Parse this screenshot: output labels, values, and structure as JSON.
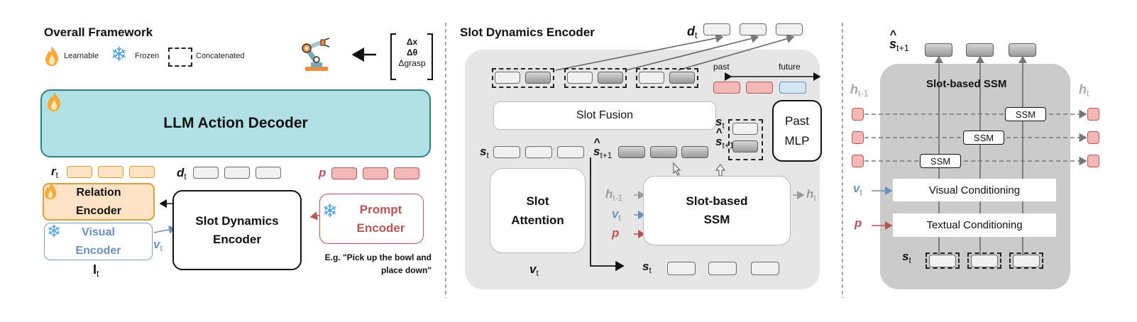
{
  "left_panel": {
    "title": "Overall Framework",
    "legend": [
      {
        "icon": "flame-icon",
        "label": "Learnable"
      },
      {
        "icon": "snowflake-icon",
        "label": "Frozen"
      },
      {
        "icon": "dashed-box-icon",
        "label": "Concatenated"
      }
    ],
    "action_vector": [
      "Δx",
      "Δθ",
      "Δgrasp"
    ],
    "llm_decoder_label": "LLM Action Decoder",
    "relation_encoder_label": [
      "Relation",
      "Encoder"
    ],
    "visual_encoder_label": [
      "Visual",
      "Encoder"
    ],
    "slot_dynamics_label": [
      "Slot Dynamics",
      "Encoder"
    ],
    "prompt_encoder_label": [
      "Prompt",
      "Encoder"
    ],
    "example_prompt": [
      "E.g. \"Pick up the bowl and",
      "place down\""
    ],
    "symbols": {
      "r": "r",
      "d": "d",
      "p": "p",
      "v": "v",
      "I": "I",
      "t": "t"
    }
  },
  "middle_panel": {
    "title": "Slot Dynamics Encoder",
    "slot_fusion_label": "Slot Fusion",
    "past_mlp_label": [
      "Past",
      "MLP"
    ],
    "slot_attention_label": [
      "Slot",
      "Attention"
    ],
    "slot_ssm_label": [
      "Slot-based",
      "SSM"
    ],
    "timeline": {
      "past": "past",
      "future": "future"
    },
    "symbols": {
      "s": "s",
      "h_prev": "h",
      "t_minus_1": "t-1",
      "t_plus_1": "t+1",
      "t": "t"
    }
  },
  "right_panel": {
    "title": "Slot-based SSM",
    "ssm_label": "SSM",
    "visual_conditioning": "Visual Conditioning",
    "textual_conditioning": "Textual Conditioning"
  },
  "colors": {
    "llm_fill": "#b1e1e4",
    "llm_border": "#2e7f86",
    "relation_fill": "#fde3c3",
    "relation_border": "#d9a13d",
    "visual_color": "#6c8fbf",
    "prompt_color": "#b75555",
    "panel_grey": "#e6e6e6",
    "ssm_panel_grey": "#cbcbcb"
  }
}
